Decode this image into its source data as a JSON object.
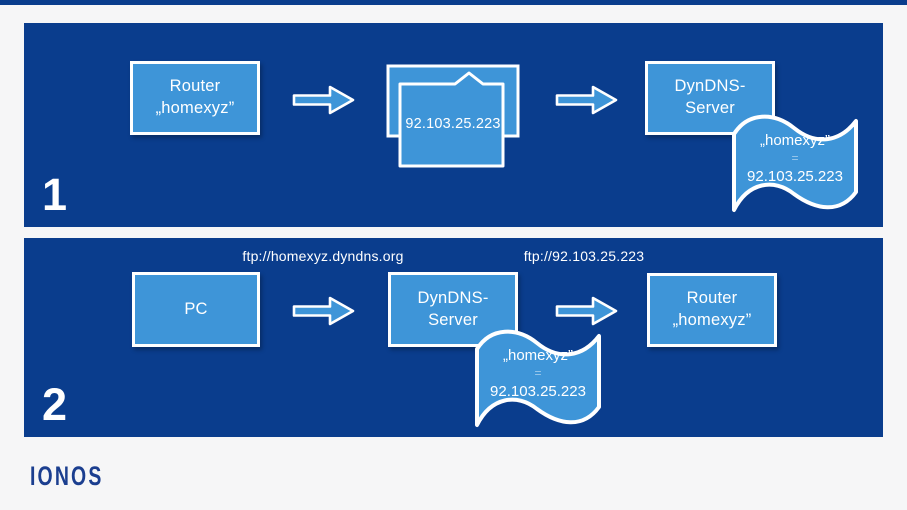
{
  "colors": {
    "page_bg": "#f6f6f7",
    "panel_bg": "#0a3d8d",
    "shape_fill": "#3e95d8",
    "shape_border": "#ffffff",
    "text": "#ffffff",
    "logo": "#1b3e8f"
  },
  "diagram": {
    "panel1": {
      "number": "1",
      "router_box": {
        "line1": "Router",
        "line2": "„homexyz”"
      },
      "ip_packet": {
        "ip": "92.103.25.223"
      },
      "dyndns_box": {
        "line1": "DynDNS-",
        "line2": "Server"
      },
      "record_flag": {
        "name": "„homexyz”",
        "equals": "=",
        "ip": "92.103.25.223"
      }
    },
    "panel2": {
      "number": "2",
      "request_label": "ftp://homexyz.dyndns.org",
      "resolved_label": "ftp://92.103.25.223",
      "pc_box": {
        "label": "PC"
      },
      "dyndns_box": {
        "line1": "DynDNS-",
        "line2": "Server"
      },
      "router_box": {
        "line1": "Router",
        "line2": "„homexyz”"
      },
      "record_flag": {
        "name": "„homexyz”",
        "equals": "=",
        "ip": "92.103.25.223"
      }
    }
  },
  "footer": {
    "logo_text": "IONOS"
  }
}
